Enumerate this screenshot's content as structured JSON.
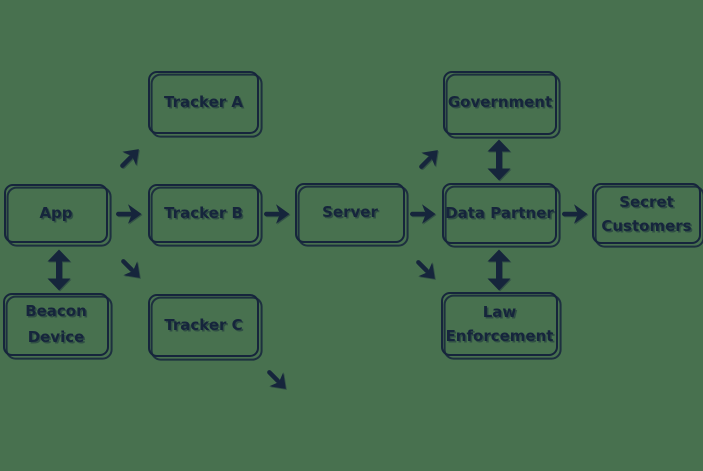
{
  "colors": {
    "bg": "#48714F",
    "ink": "#16253C"
  },
  "nodes": {
    "app": {
      "label": "App"
    },
    "beacon_device": {
      "label": "Beacon Device"
    },
    "tracker_a": {
      "label": "Tracker A"
    },
    "tracker_b": {
      "label": "Tracker B"
    },
    "tracker_c": {
      "label": "Tracker C"
    },
    "server": {
      "label": "Server"
    },
    "government": {
      "label": "Government"
    },
    "data_partner": {
      "label": "Data Partner"
    },
    "law_enforcement": {
      "label": "Law Enforcement"
    },
    "secret_customers": {
      "label": "Secret Customers"
    }
  },
  "edges": [
    {
      "from": "App",
      "to": "Beacon Device",
      "style": "bidirectional-vertical"
    },
    {
      "from": "App",
      "to": "Tracker A",
      "style": "diagonal-up-right"
    },
    {
      "from": "App",
      "to": "Tracker B",
      "style": "right"
    },
    {
      "from": "App",
      "to": "Tracker C",
      "style": "diagonal-down-right"
    },
    {
      "from": "Tracker B",
      "to": "Server",
      "style": "right"
    },
    {
      "from": "Tracker C",
      "to": null,
      "style": "diagonal-down-right"
    },
    {
      "from": "Server",
      "to": "Government",
      "style": "diagonal-up-right"
    },
    {
      "from": "Server",
      "to": "Data Partner",
      "style": "right"
    },
    {
      "from": "Server",
      "to": "Law Enforcement",
      "style": "diagonal-down-right"
    },
    {
      "from": "Data Partner",
      "to": "Government",
      "style": "bidirectional-vertical"
    },
    {
      "from": "Data Partner",
      "to": "Law Enforcement",
      "style": "bidirectional-vertical"
    },
    {
      "from": "Data Partner",
      "to": "Secret Customers",
      "style": "right"
    }
  ]
}
